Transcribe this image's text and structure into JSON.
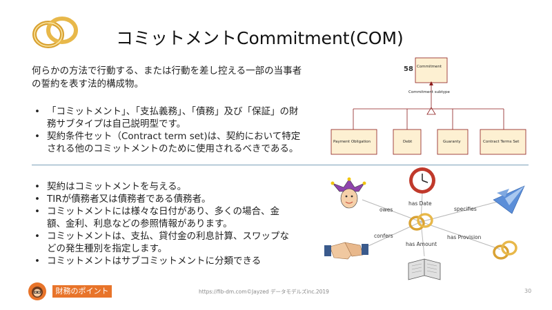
{
  "slide": {
    "title": "コミットメントCommitment(COM)",
    "intro": "何らかの方法で行動する、または行動を差し控える一部の当事者の誓約を表す法的構成物。",
    "bullets_top": [
      "「コミットメント」、「支払義務」、「債務」及び「保証」の財務サブタイプは自己説明型です。",
      "契約条件セット（Contract term set)は、契約において特定される他のコミットメントのために使用されるべきである。"
    ],
    "bullets_bottom": [
      "契約はコミットメントを与える。",
      "TIRが債務者又は債務者である債務者。",
      "コミットメントには様々な日付があり、多くの場合、金額、金利、利息などの参照情報があります。",
      "コミットメントは、支払、貸付金の利息計算、スワップなどの発生種別を指定します。",
      "コミットメントはサブコミットメントに分類できる"
    ]
  },
  "uml": {
    "entity_number": "58",
    "parent": "Commitment",
    "subtype_label": "Commitment subtype",
    "children": [
      "Payment Obligation",
      "Debt",
      "Guaranty",
      "Contract Terms Set"
    ]
  },
  "network": {
    "edges": [
      "owes",
      "has Date",
      "specifies",
      "confers",
      "has Amount",
      "has Provision"
    ]
  },
  "footer": {
    "button": "財務のポイント",
    "url": "https://fib-dm.com©Jayzed データモデルズinc.2019",
    "page": "30"
  },
  "colors": {
    "accent": "#e8742a",
    "uml_box": "#fdf0d2",
    "uml_border": "#8b1a1a",
    "divider": "#7a9fb8"
  }
}
